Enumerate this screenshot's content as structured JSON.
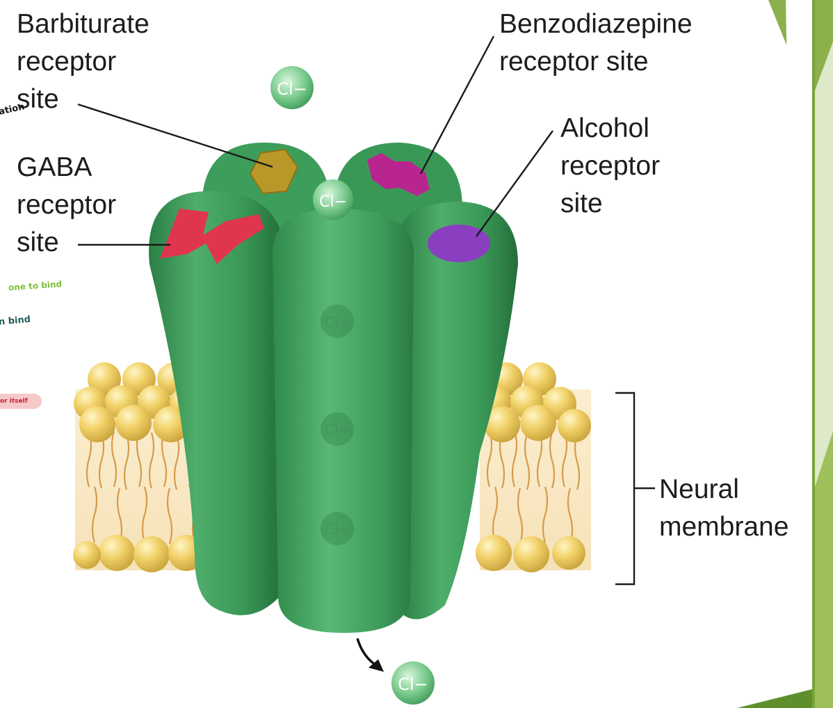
{
  "labels": {
    "barbiturate": [
      "Barbiturate",
      "receptor",
      "site"
    ],
    "gaba": [
      "GABA",
      "receptor",
      "site"
    ],
    "benzodiazepine": [
      "Benzodiazepine",
      "receptor site"
    ],
    "alcohol": [
      "Alcohol",
      "receptor",
      "site"
    ],
    "membrane": [
      "Neural",
      "membrane"
    ]
  },
  "ion_label": "Cl−",
  "handwritten_notes": {
    "note1": "ation",
    "note2": "one to bind",
    "note3": "n bind",
    "note4": "or itself"
  },
  "colors": {
    "channel": "#3c9b5a",
    "channel_dark": "#23703c",
    "gaba_site": "#e0354f",
    "barbiturate_site": "#b99a2a",
    "benzodiazepine_site": "#b9258f",
    "alcohol_site": "#8a3fc0",
    "lipid_head": "#ecc75a",
    "lipid_tail": "#d99a4a",
    "slide_accent": "#7aa33a",
    "note_green": "#7cc03a",
    "note_teal": "#1f5e55",
    "note_red": "#c8202e"
  }
}
